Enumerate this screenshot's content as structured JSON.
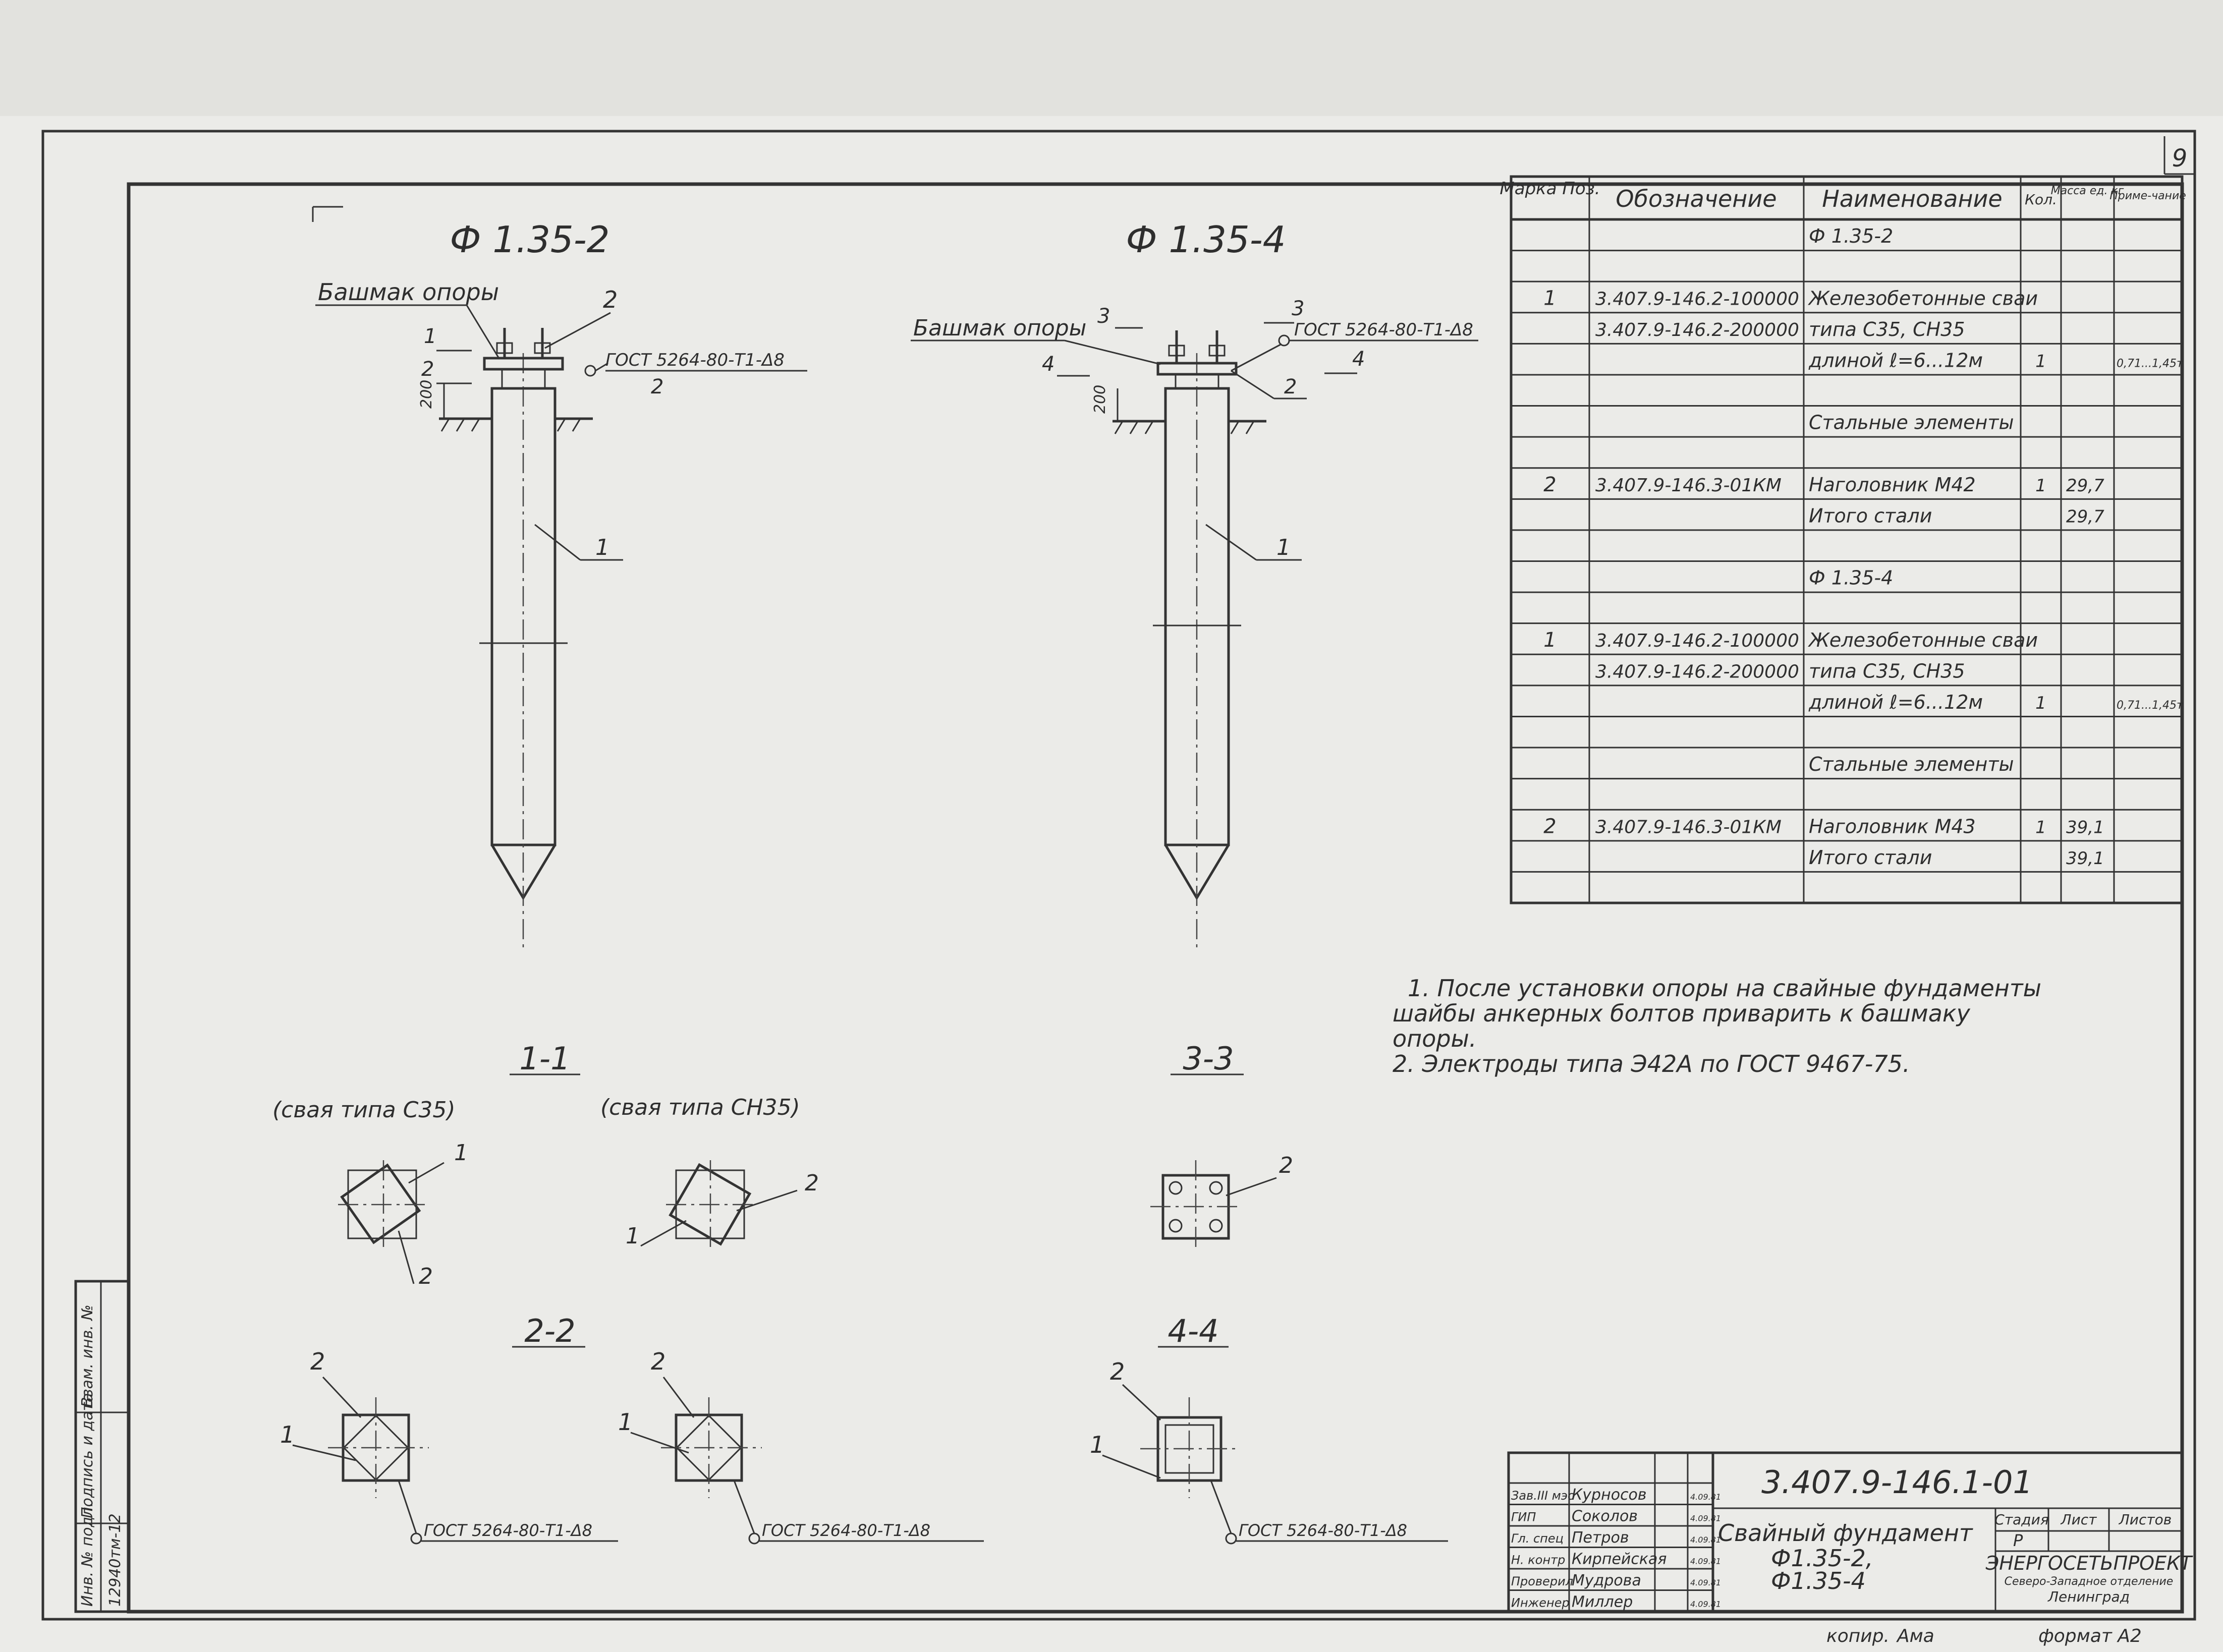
{
  "sheet": {
    "sheet_number": "9"
  },
  "views": {
    "left_title": "Ф 1.35-2",
    "right_title": "Ф 1.35-4",
    "shoe_label": "Башмак опоры",
    "weld_note": "ГОСТ 5264-80-Т1-Δ8",
    "dim_200": "200",
    "pos_1": "1",
    "pos_2": "2",
    "sec_3": "3",
    "sec_4": "4"
  },
  "sections": {
    "s11_title": "1-1",
    "s11_c35": "(свая типа С35)",
    "s11_ch35": "(свая типа СН35)",
    "s22_title": "2-2",
    "s33_title": "3-3",
    "s44_title": "4-4",
    "weld_note": "ГОСТ 5264-80-Т1-Δ8"
  },
  "spec": {
    "headers": {
      "mark": "Марка Поз.",
      "designation": "Обозначение",
      "name": "Наименование",
      "qty": "Кол.",
      "mass": "Масса ед. кг",
      "note": "Приме-чание"
    },
    "rows": [
      {
        "pos": "",
        "designation": "",
        "name": "Ф 1.35-2",
        "qty": "",
        "mass": "",
        "note": ""
      },
      {
        "pos": "",
        "designation": "",
        "name": "",
        "qty": "",
        "mass": "",
        "note": ""
      },
      {
        "pos": "1",
        "designation": "3.407.9-146.2-100000",
        "name": "Железобетонные сваи",
        "qty": "",
        "mass": "",
        "note": ""
      },
      {
        "pos": "",
        "designation": "3.407.9-146.2-200000",
        "name": "типа С35, СН35",
        "qty": "",
        "mass": "",
        "note": ""
      },
      {
        "pos": "",
        "designation": "",
        "name": "длиной ℓ=6...12м",
        "qty": "1",
        "mass": "",
        "note": "0,71...1,45т"
      },
      {
        "pos": "",
        "designation": "",
        "name": "",
        "qty": "",
        "mass": "",
        "note": ""
      },
      {
        "pos": "",
        "designation": "",
        "name": "Стальные элементы",
        "qty": "",
        "mass": "",
        "note": ""
      },
      {
        "pos": "",
        "designation": "",
        "name": "",
        "qty": "",
        "mass": "",
        "note": ""
      },
      {
        "pos": "2",
        "designation": "3.407.9-146.3-01КМ",
        "name": "Наголовник М42",
        "qty": "1",
        "mass": "29,7",
        "note": ""
      },
      {
        "pos": "",
        "designation": "",
        "name": "Итого стали",
        "qty": "",
        "mass": "29,7",
        "note": ""
      },
      {
        "pos": "",
        "designation": "",
        "name": "",
        "qty": "",
        "mass": "",
        "note": ""
      },
      {
        "pos": "",
        "designation": "",
        "name": "Ф 1.35-4",
        "qty": "",
        "mass": "",
        "note": ""
      },
      {
        "pos": "",
        "designation": "",
        "name": "",
        "qty": "",
        "mass": "",
        "note": ""
      },
      {
        "pos": "1",
        "designation": "3.407.9-146.2-100000",
        "name": "Железобетонные сваи",
        "qty": "",
        "mass": "",
        "note": ""
      },
      {
        "pos": "",
        "designation": "3.407.9-146.2-200000",
        "name": "типа С35, СН35",
        "qty": "",
        "mass": "",
        "note": ""
      },
      {
        "pos": "",
        "designation": "",
        "name": "длиной ℓ=6...12м",
        "qty": "1",
        "mass": "",
        "note": "0,71...1,45т"
      },
      {
        "pos": "",
        "designation": "",
        "name": "",
        "qty": "",
        "mass": "",
        "note": ""
      },
      {
        "pos": "",
        "designation": "",
        "name": "Стальные элементы",
        "qty": "",
        "mass": "",
        "note": ""
      },
      {
        "pos": "",
        "designation": "",
        "name": "",
        "qty": "",
        "mass": "",
        "note": ""
      },
      {
        "pos": "2",
        "designation": "3.407.9-146.3-01КМ",
        "name": "Наголовник М43",
        "qty": "1",
        "mass": "39,1",
        "note": ""
      },
      {
        "pos": "",
        "designation": "",
        "name": "Итого стали",
        "qty": "",
        "mass": "39,1",
        "note": ""
      },
      {
        "pos": "",
        "designation": "",
        "name": "",
        "qty": "",
        "mass": "",
        "note": ""
      }
    ]
  },
  "notes": [
    "1. После установки опоры на свайные фундаменты",
    "шайбы анкерных болтов приварить к башмаку",
    "опоры.",
    "2. Электроды типа Э42А по ГОСТ 9467-75."
  ],
  "title_block": {
    "doc_code": "3.407.9-146.1-01",
    "title": "Свайный фундамент",
    "sub1": "Ф1.35-2,",
    "sub2": "Ф1.35-4",
    "stage_label": "Стадия",
    "sheet_label": "Лист",
    "sheets_label": "Листов",
    "stage_value": "Р",
    "org1": "ЭНЕРГОСЕТЬПРОЕКТ",
    "org2": "Северо-Западное отделение",
    "org3": "Ленинград",
    "people": [
      {
        "role": "Зав.III мэо",
        "name": "Курносов",
        "date": "4.09.81"
      },
      {
        "role": "ГИП",
        "name": "Соколов",
        "date": "4.09.81"
      },
      {
        "role": "Гл. спец",
        "name": "Петров",
        "date": "4.09.81"
      },
      {
        "role": "Н. контр",
        "name": "Кирпейская",
        "date": "4.09.81"
      },
      {
        "role": "Проверил",
        "name": "Мудрова",
        "date": "4.09.81"
      },
      {
        "role": "Инженер",
        "name": "Миллер",
        "date": "4.09.81"
      }
    ],
    "copied": "копир.",
    "format": "формат А2",
    "copier_name": "Ама"
  },
  "side_stamp": {
    "inv_label": "Инв. № подл.",
    "inv_value": "12940тм-12",
    "sign_label": "Подпись и дата",
    "replace_label": "Взам. инв. №"
  }
}
